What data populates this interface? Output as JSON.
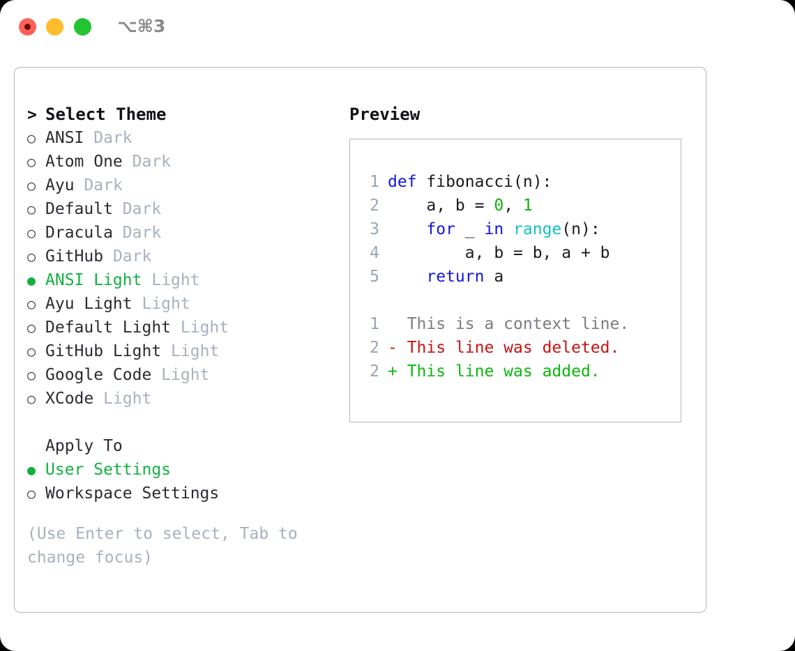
{
  "window": {
    "shortcut_label": "⌥⌘3",
    "traffic_lights": [
      {
        "name": "close",
        "color": "#ff6159"
      },
      {
        "name": "minimize",
        "color": "#ffbd2e"
      },
      {
        "name": "maximize",
        "color": "#23c431"
      }
    ]
  },
  "theme_panel": {
    "heading": "Select Theme",
    "caret": ">",
    "marker_unselected": "○",
    "marker_selected": "●",
    "accent_color": "#11b140",
    "muted_color": "#a8b0bf",
    "items": [
      {
        "name": "ANSI",
        "mode": "Dark",
        "selected": false
      },
      {
        "name": "Atom One",
        "mode": "Dark",
        "selected": false
      },
      {
        "name": "Ayu",
        "mode": "Dark",
        "selected": false
      },
      {
        "name": "Default",
        "mode": "Dark",
        "selected": false
      },
      {
        "name": "Dracula",
        "mode": "Dark",
        "selected": false
      },
      {
        "name": "GitHub",
        "mode": "Dark",
        "selected": false
      },
      {
        "name": "ANSI Light",
        "mode": "Light",
        "selected": true
      },
      {
        "name": "Ayu Light",
        "mode": "Light",
        "selected": false
      },
      {
        "name": "Default Light",
        "mode": "Light",
        "selected": false
      },
      {
        "name": "GitHub Light",
        "mode": "Light",
        "selected": false
      },
      {
        "name": "Google Code",
        "mode": "Light",
        "selected": false
      },
      {
        "name": "XCode",
        "mode": "Light",
        "selected": false
      }
    ]
  },
  "apply_to": {
    "heading": "Apply To",
    "options": [
      {
        "label": "User Settings",
        "selected": true
      },
      {
        "label": "Workspace Settings",
        "selected": false
      }
    ]
  },
  "hint": {
    "text": "(Use Enter to select, Tab to change focus)"
  },
  "preview": {
    "title": "Preview",
    "code_lines": [
      {
        "no": "1",
        "tokens": [
          {
            "t": "def",
            "c": "kw"
          },
          {
            "t": " fibonacci(n):",
            "c": "plain"
          }
        ]
      },
      {
        "no": "2",
        "tokens": [
          {
            "t": "    a, b = ",
            "c": "plain"
          },
          {
            "t": "0",
            "c": "num"
          },
          {
            "t": ", ",
            "c": "plain"
          },
          {
            "t": "1",
            "c": "num"
          }
        ]
      },
      {
        "no": "3",
        "tokens": [
          {
            "t": "    ",
            "c": "plain"
          },
          {
            "t": "for",
            "c": "kw"
          },
          {
            "t": " _ ",
            "c": "plain"
          },
          {
            "t": "in",
            "c": "kw"
          },
          {
            "t": " ",
            "c": "plain"
          },
          {
            "t": "range",
            "c": "fn"
          },
          {
            "t": "(n):",
            "c": "plain"
          }
        ]
      },
      {
        "no": "4",
        "tokens": [
          {
            "t": "        a, b = b, a + b",
            "c": "plain"
          }
        ]
      },
      {
        "no": "5",
        "tokens": [
          {
            "t": "    ",
            "c": "plain"
          },
          {
            "t": "return",
            "c": "kw"
          },
          {
            "t": " a",
            "c": "plain"
          }
        ]
      }
    ],
    "diff_lines": [
      {
        "no": "1",
        "sign": "  ",
        "text": "This is a context line.",
        "cls": "ctx"
      },
      {
        "no": "2",
        "sign": "- ",
        "text": "This line was deleted.",
        "cls": "del"
      },
      {
        "no": "2",
        "sign": "+ ",
        "text": "This line was added.",
        "cls": "add"
      }
    ]
  }
}
